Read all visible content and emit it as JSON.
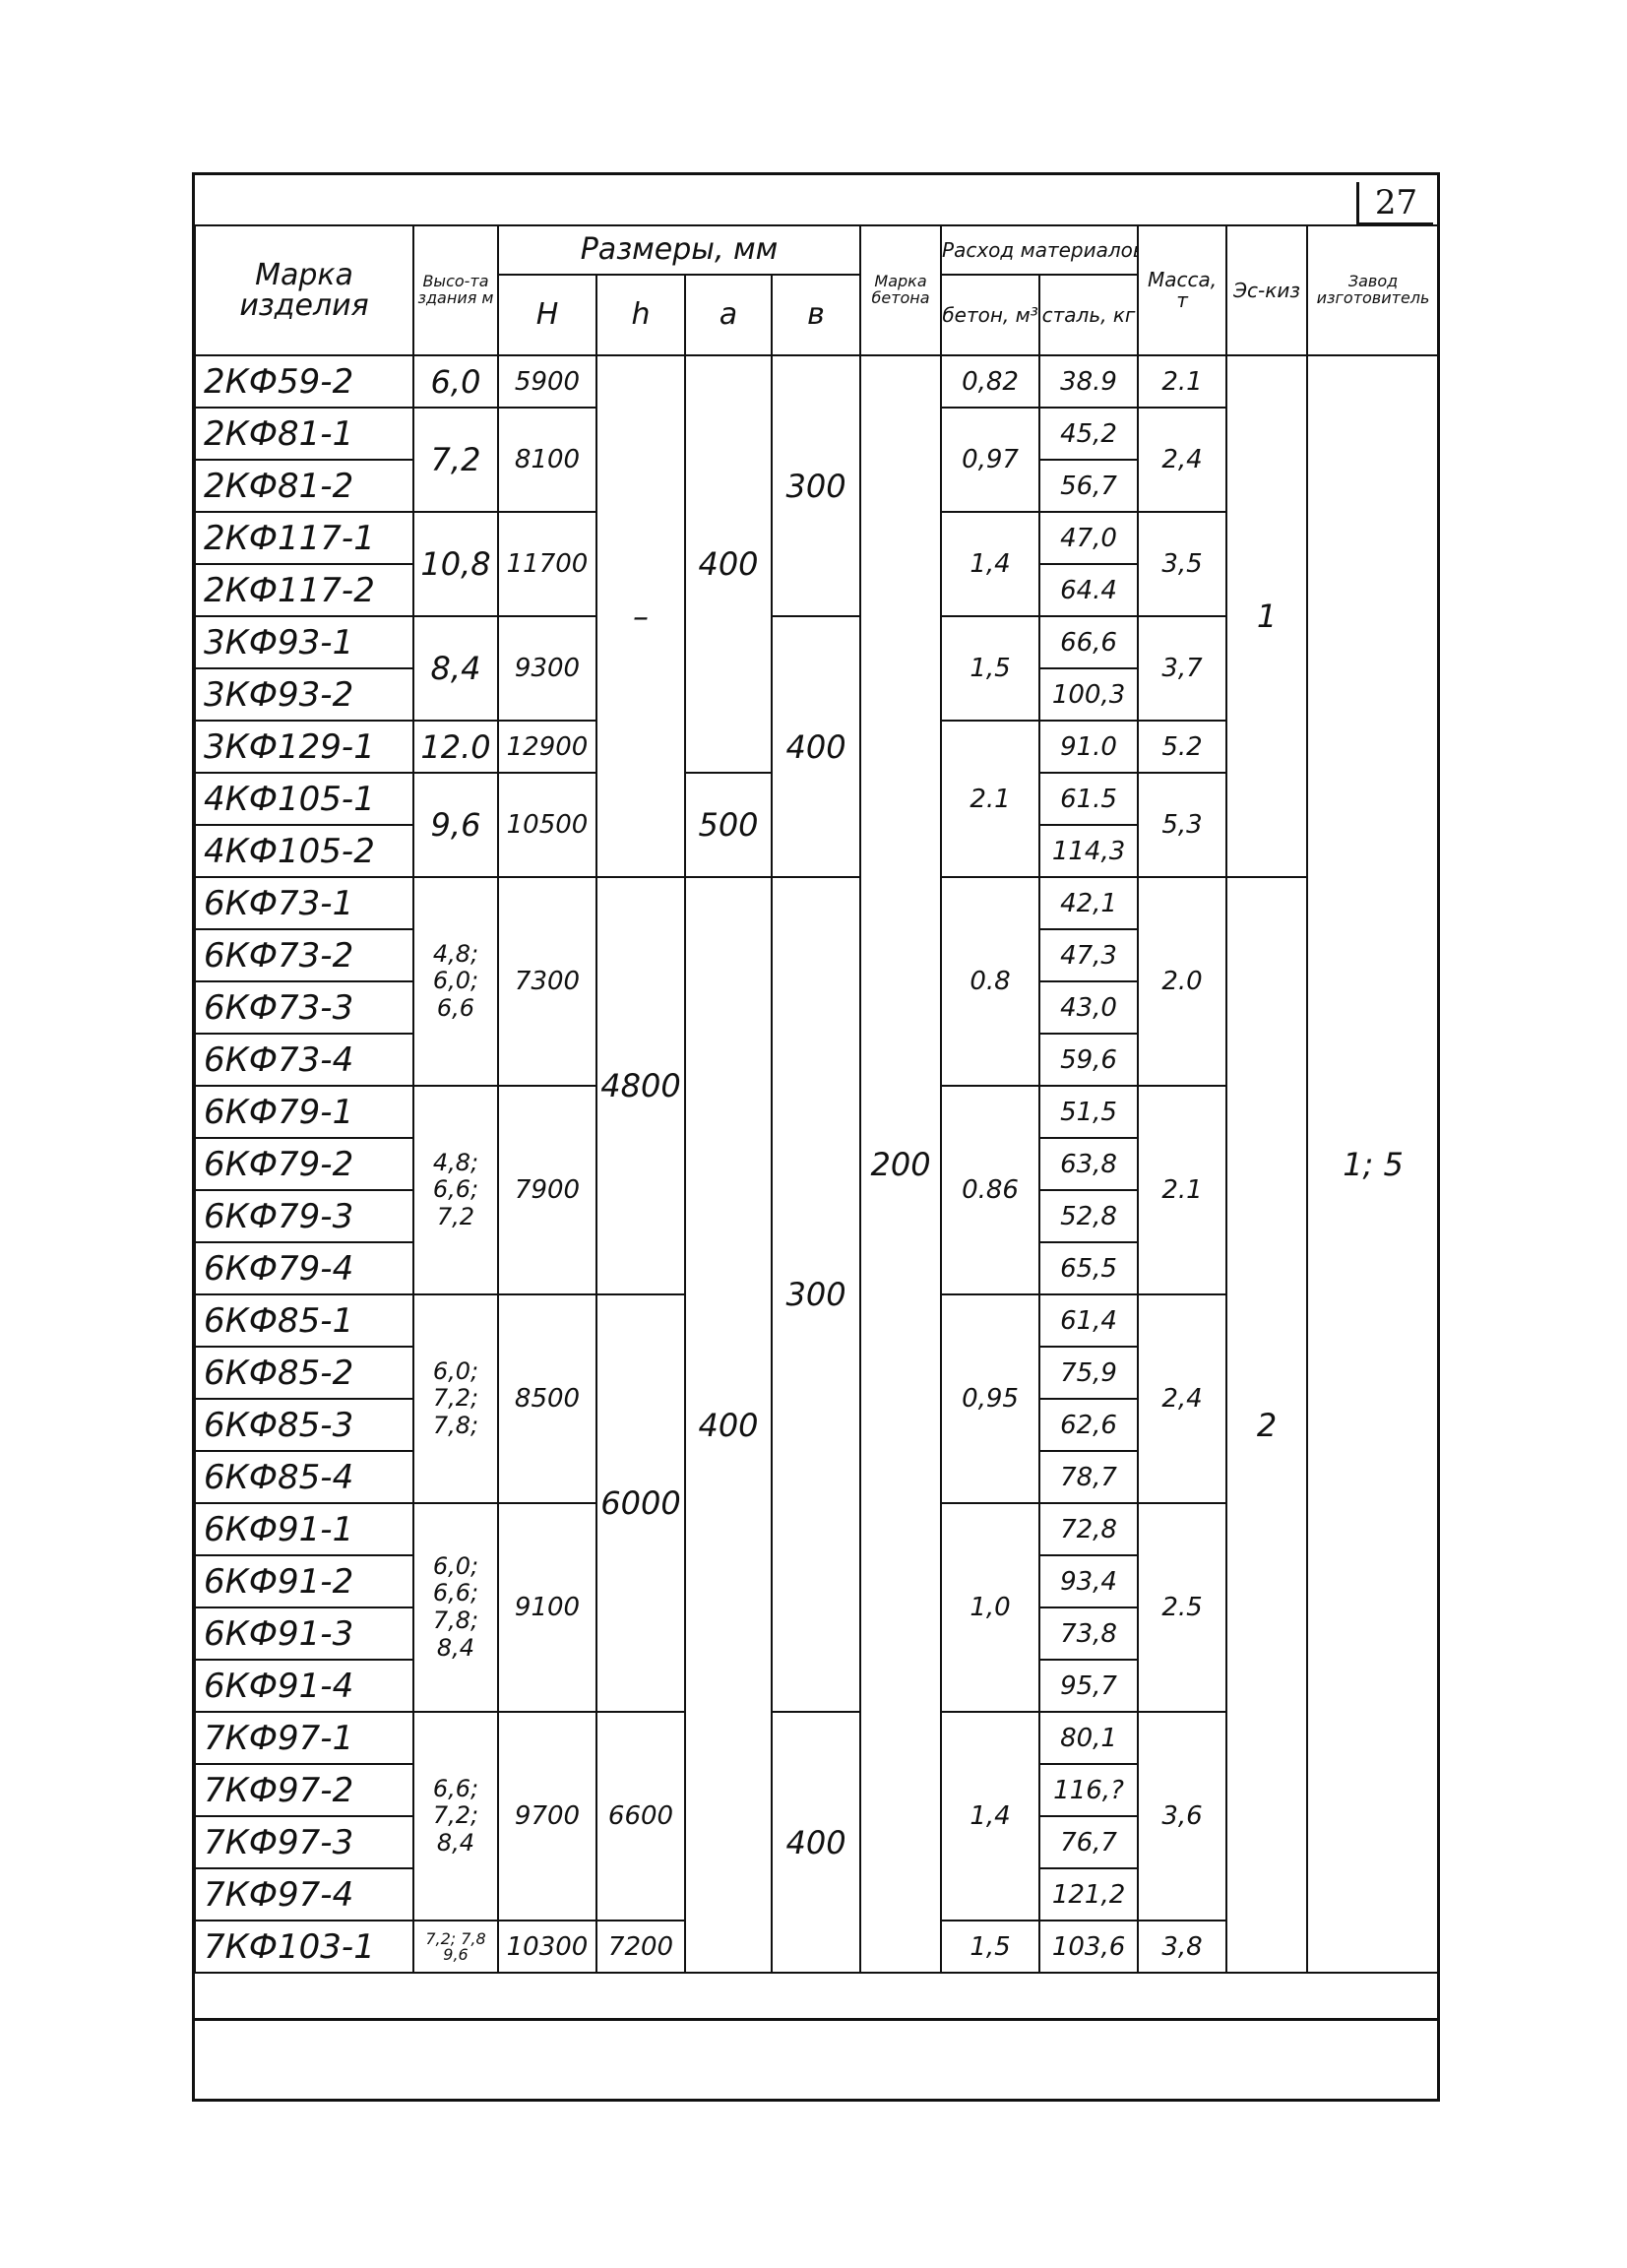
{
  "page_number": "27",
  "header": {
    "mark": "Марка изделия",
    "height": "Высо-та здания м",
    "dims": "Размеры, мм",
    "H": "H",
    "h": "h",
    "a": "а",
    "b": "в",
    "concrete_grade": "Марка бетона",
    "materials": "Расход материалов",
    "concrete": "бетон, м³",
    "steel": "сталь, кг",
    "mass": "Масса, т",
    "sketch": "Эс-киз",
    "plant": "Завод изготовитель"
  },
  "rows": [
    {
      "mark": "2КФ59-2",
      "height": "6,0",
      "H": "5900",
      "concrete": "0,82",
      "steel": "38.9",
      "mass": "2.1"
    },
    {
      "mark": "2КФ81-1",
      "height": "7,2",
      "H": "8100",
      "concrete": "0,97",
      "steel": "45,2",
      "mass": "2,4"
    },
    {
      "mark": "2КФ81-2",
      "steel": "56,7"
    },
    {
      "mark": "2КФ117-1",
      "height": "10,8",
      "H": "11700",
      "concrete": "1,4",
      "steel": "47,0",
      "mass": "3,5"
    },
    {
      "mark": "2КФ117-2",
      "steel": "64.4"
    },
    {
      "mark": "3КФ93-1",
      "height": "8,4",
      "H": "9300",
      "concrete": "1,5",
      "steel": "66,6",
      "mass": "3,7"
    },
    {
      "mark": "3КФ93-2",
      "steel": "100,3"
    },
    {
      "mark": "3КФ129-1",
      "height": "12.0",
      "H": "12900",
      "steel": "91.0",
      "mass": "5.2"
    },
    {
      "mark": "4КФ105-1",
      "height": "9,6",
      "H": "10500",
      "concrete": "2.1",
      "steel": "61.5",
      "mass": "5,3"
    },
    {
      "mark": "4КФ105-2",
      "steel": "114,3"
    },
    {
      "mark": "6КФ73-1",
      "height": "4,8; 6,0; 6,6",
      "H": "7300",
      "concrete": "0.8",
      "steel": "42,1",
      "mass": "2.0"
    },
    {
      "mark": "6КФ73-2",
      "steel": "47,3"
    },
    {
      "mark": "6КФ73-3",
      "steel": "43,0"
    },
    {
      "mark": "6КФ73-4",
      "steel": "59,6"
    },
    {
      "mark": "6КФ79-1",
      "height": "4,8; 6,6; 7,2",
      "H": "7900",
      "concrete": "0.86",
      "steel": "51,5",
      "mass": "2.1"
    },
    {
      "mark": "6КФ79-2",
      "steel": "63,8"
    },
    {
      "mark": "6КФ79-3",
      "steel": "52,8"
    },
    {
      "mark": "6КФ79-4",
      "steel": "65,5"
    },
    {
      "mark": "6КФ85-1",
      "height": "6,0; 7,2; 7,8;",
      "H": "8500",
      "concrete": "0,95",
      "steel": "61,4",
      "mass": "2,4"
    },
    {
      "mark": "6КФ85-2",
      "steel": "75,9"
    },
    {
      "mark": "6КФ85-3",
      "steel": "62,6"
    },
    {
      "mark": "6КФ85-4",
      "steel": "78,7"
    },
    {
      "mark": "6КФ91-1",
      "height": "6,0; 6,6; 7,8; 8,4",
      "H": "9100",
      "concrete": "1,0",
      "steel": "72,8",
      "mass": "2.5"
    },
    {
      "mark": "6КФ91-2",
      "steel": "93,4"
    },
    {
      "mark": "6КФ91-3",
      "steel": "73,8"
    },
    {
      "mark": "6КФ91-4",
      "steel": "95,7"
    },
    {
      "mark": "7КФ97-1",
      "height": "6,6; 7,2; 8,4",
      "H": "9700",
      "concrete": "1,4",
      "steel": "80,1",
      "mass": "3,6"
    },
    {
      "mark": "7КФ97-2",
      "steel": "116,?"
    },
    {
      "mark": "7КФ97-3",
      "steel": "76,7"
    },
    {
      "mark": "7КФ97-4",
      "steel": "121,2"
    },
    {
      "mark": "7КФ103-1",
      "height": "7,2; 7,8 9,6",
      "H": "10300",
      "concrete": "1,5",
      "steel": "103,6",
      "mass": "3,8"
    }
  ],
  "groups": {
    "h_dash": "–",
    "h_4800": "4800",
    "h_6000": "6000",
    "h_6600": "6600",
    "h_7200": "7200",
    "a_400_top": "400",
    "a_500": "500",
    "a_400_bottom": "400",
    "b_300_top": "300",
    "b_400_mid": "400",
    "b_300_bottom": "300",
    "b_400_bottom": "400",
    "concrete_grade": "200",
    "sketch_1": "1",
    "sketch_2": "2",
    "plant": "1; 5"
  }
}
